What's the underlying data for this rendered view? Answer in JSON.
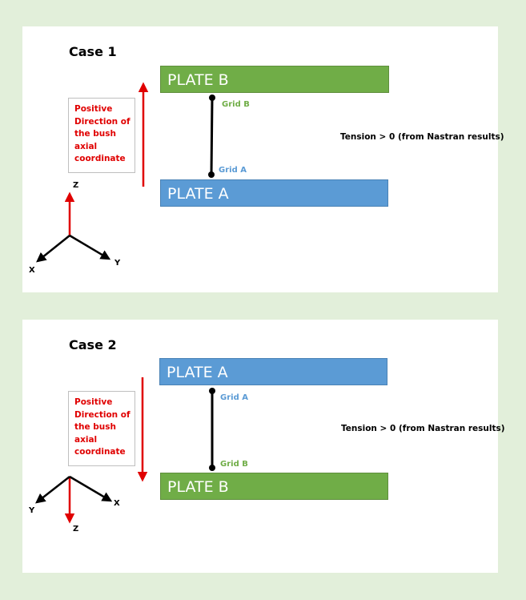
{
  "case1": {
    "title": "Case 1",
    "plate_top": "PLATE B",
    "plate_bottom": "PLATE A",
    "grid_top": "Grid B",
    "grid_bottom": "Grid A",
    "tension": "Tension > 0 (from Nastran results)",
    "note_lines": [
      "Positive",
      "Direction of",
      "the bush",
      "axial",
      "coordinate"
    ],
    "axes": {
      "z": "Z",
      "x": "X",
      "y": "Y"
    }
  },
  "case2": {
    "title": "Case 2",
    "plate_top": "PLATE A",
    "plate_bottom": "PLATE B",
    "grid_top": "Grid A",
    "grid_bottom": "Grid B",
    "tension": "Tension > 0 (from Nastran results)",
    "note_lines": [
      "Positive",
      "Direction of",
      "the bush",
      "axial",
      "coordinate"
    ],
    "axes": {
      "z": "Z",
      "y": "Y",
      "x": "X"
    }
  },
  "colors": {
    "plate_green": "#70ad47",
    "plate_blue": "#5b9bd5",
    "arrow_red": "#e00000",
    "background": "#e2efda"
  }
}
